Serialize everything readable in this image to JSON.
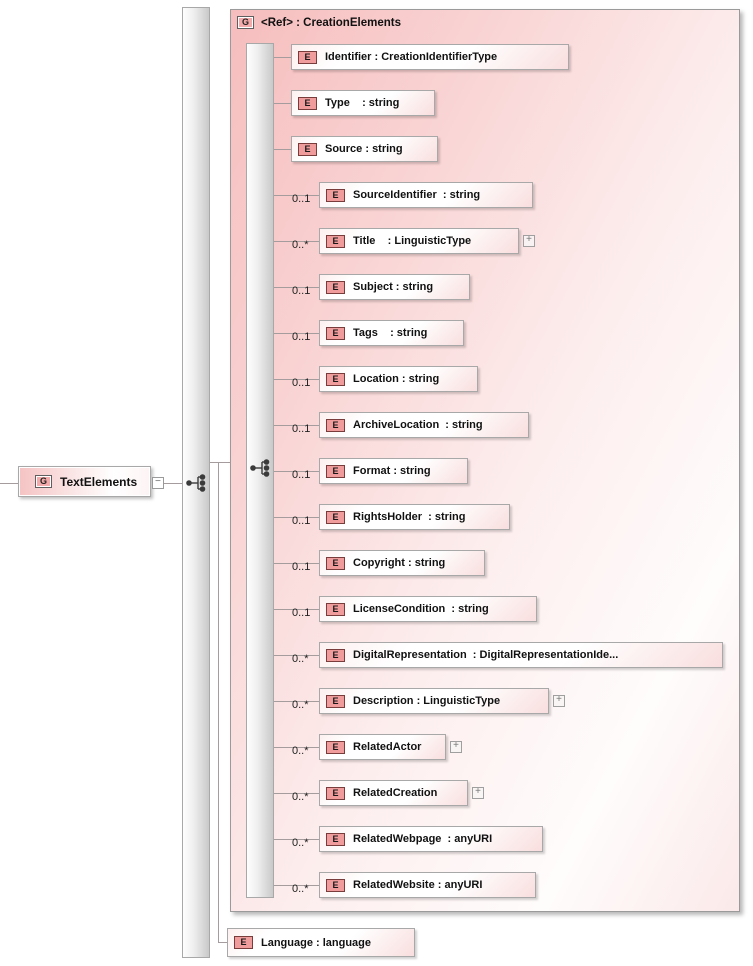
{
  "diagram": {
    "root_group": {
      "icon": "G",
      "label": "TextElements"
    },
    "collapse_glyph": "−",
    "expand_glyph": "+",
    "ref_group": {
      "icon": "G",
      "label": "<Ref> : CreationElements",
      "compositor": "sequence"
    },
    "elements": [
      {
        "icon": "E",
        "name": "Identifier",
        "type": "CreationIdentifierType",
        "display": "Identifier : CreationIdentifierType",
        "cardinality": "",
        "expandable": false
      },
      {
        "icon": "E",
        "name": "Type",
        "type": "string",
        "display": "Type    : string",
        "cardinality": "",
        "expandable": false
      },
      {
        "icon": "E",
        "name": "Source",
        "type": "string",
        "display": "Source : string",
        "cardinality": "",
        "expandable": false
      },
      {
        "icon": "E",
        "name": "SourceIdentifier",
        "type": "string",
        "display": "SourceIdentifier  : string",
        "cardinality": "0..1",
        "expandable": false
      },
      {
        "icon": "E",
        "name": "Title",
        "type": "LinguisticType",
        "display": "Title    : LinguisticType",
        "cardinality": "0..*",
        "expandable": true
      },
      {
        "icon": "E",
        "name": "Subject",
        "type": "string",
        "display": "Subject : string",
        "cardinality": "0..1",
        "expandable": false
      },
      {
        "icon": "E",
        "name": "Tags",
        "type": "string",
        "display": "Tags    : string",
        "cardinality": "0..1",
        "expandable": false
      },
      {
        "icon": "E",
        "name": "Location",
        "type": "string",
        "display": "Location : string",
        "cardinality": "0..1",
        "expandable": false
      },
      {
        "icon": "E",
        "name": "ArchiveLocation",
        "type": "string",
        "display": "ArchiveLocation  : string",
        "cardinality": "0..1",
        "expandable": false
      },
      {
        "icon": "E",
        "name": "Format",
        "type": "string",
        "display": "Format : string",
        "cardinality": "0..1",
        "expandable": false
      },
      {
        "icon": "E",
        "name": "RightsHolder",
        "type": "string",
        "display": "RightsHolder  : string",
        "cardinality": "0..1",
        "expandable": false
      },
      {
        "icon": "E",
        "name": "Copyright",
        "type": "string",
        "display": "Copyright : string",
        "cardinality": "0..1",
        "expandable": false
      },
      {
        "icon": "E",
        "name": "LicenseCondition",
        "type": "string",
        "display": "LicenseCondition  : string",
        "cardinality": "0..1",
        "expandable": false
      },
      {
        "icon": "E",
        "name": "DigitalRepresentation",
        "type": "DigitalRepresentationIde...",
        "display": "DigitalRepresentation  : DigitalRepresentationIde...",
        "cardinality": "0..*",
        "expandable": false
      },
      {
        "icon": "E",
        "name": "Description",
        "type": "LinguisticType",
        "display": "Description : LinguisticType",
        "cardinality": "0..*",
        "expandable": true
      },
      {
        "icon": "E",
        "name": "RelatedActor",
        "type": "",
        "display": "RelatedActor",
        "cardinality": "0..*",
        "expandable": true
      },
      {
        "icon": "E",
        "name": "RelatedCreation",
        "type": "",
        "display": "RelatedCreation",
        "cardinality": "0..*",
        "expandable": true
      },
      {
        "icon": "E",
        "name": "RelatedWebpage",
        "type": "anyURI",
        "display": "RelatedWebpage  : anyURI",
        "cardinality": "0..*",
        "expandable": false
      },
      {
        "icon": "E",
        "name": "RelatedWebsite",
        "type": "anyURI",
        "display": "RelatedWebsite : anyURI",
        "cardinality": "0..*",
        "expandable": false
      }
    ],
    "language_element": {
      "icon": "E",
      "name": "Language",
      "type": "language",
      "display": "Language : language"
    },
    "colors": {
      "group_pink": "#f6bdbd",
      "element_icon_fill": "#f19c9c",
      "element_icon_border": "#7a3b3b",
      "box_border": "#a8a8a8",
      "connector": "#a59d9d"
    }
  }
}
